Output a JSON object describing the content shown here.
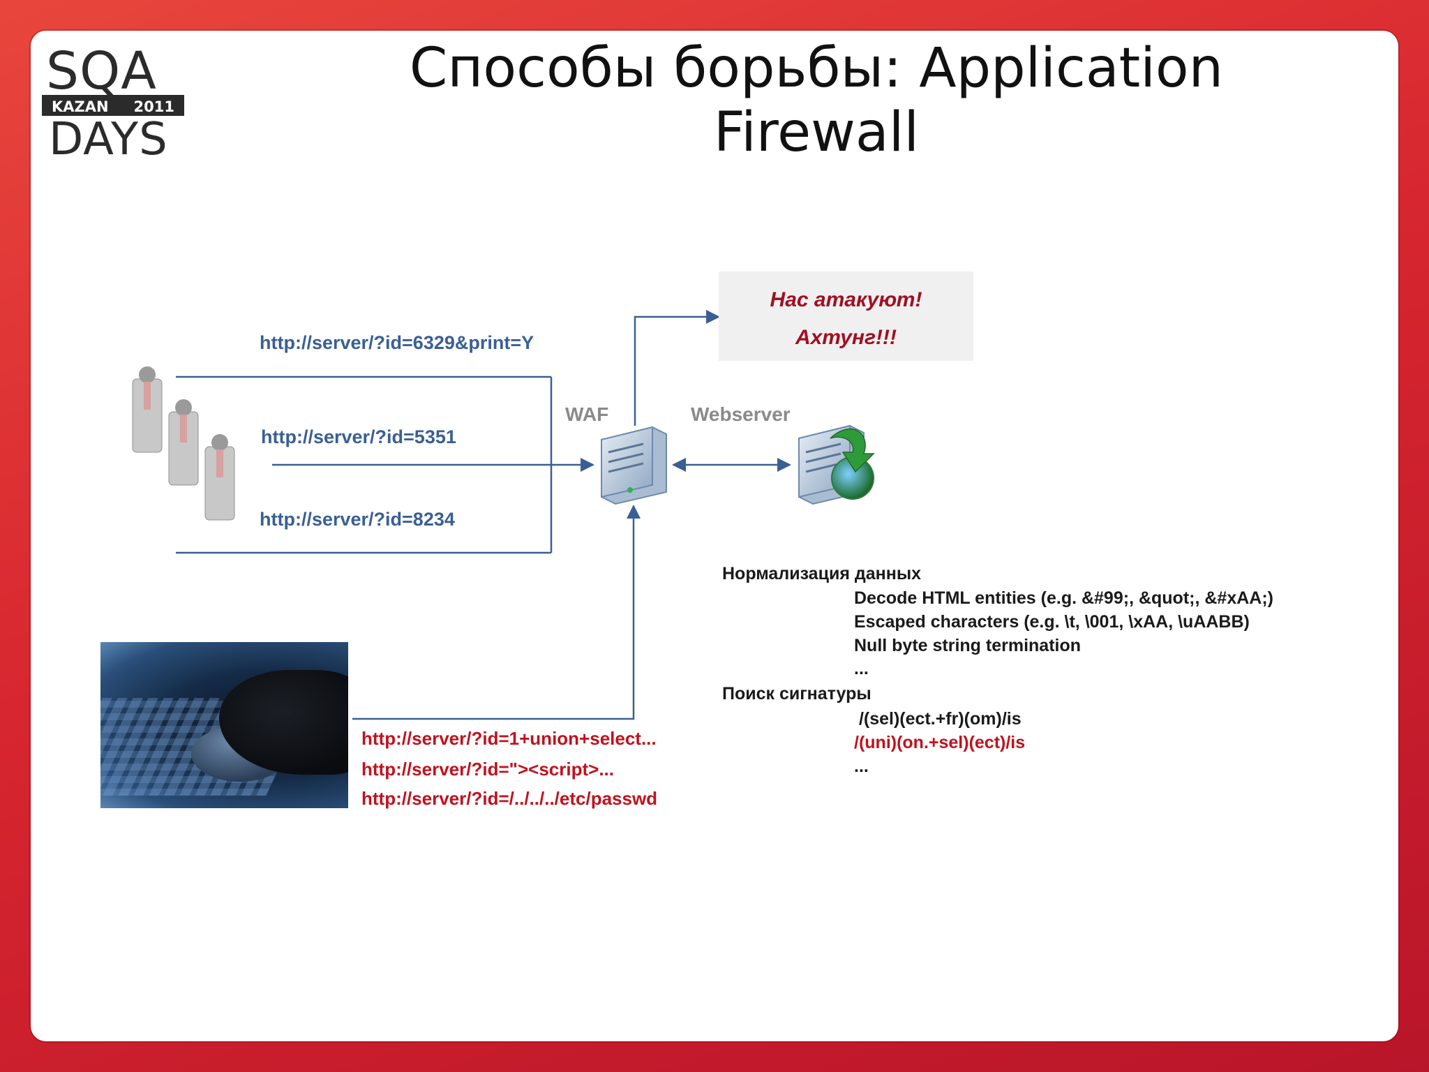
{
  "logo": {
    "top": "SQA",
    "band_left": "KAZAN",
    "band_right": "2011",
    "bottom": "DAYS"
  },
  "title": {
    "line1": "Способы борьбы: Application",
    "line2": "Firewall"
  },
  "requests_normal": [
    "http://server/?id=6329&print=Y",
    "http://server/?id=5351",
    "http://server/?id=8234"
  ],
  "labels": {
    "waf": "WAF",
    "webserver": "Webserver"
  },
  "alert": {
    "line1": "Нас атакуют!",
    "line2": "Ахтунг!!!"
  },
  "requests_attack": [
    "http://server/?id=1+union+select...",
    "http://server/?id=\"><script>...",
    "http://server/?id=/../../../etc/passwd"
  ],
  "normalization": {
    "heading": "Нормализация данных",
    "items": [
      "Decode HTML entities (e.g. &#99;, &quot;, &#xAA;)",
      "Escaped characters (e.g. \\t, \\001, \\xAA, \\uAABB)",
      "Null byte string termination",
      "..."
    ]
  },
  "signatures": {
    "heading": "Поиск сигнатуры",
    "items": [
      " /(sel)(ect.+fr)(om)/is",
      "/(uni)(on.+sel)(ect)/is",
      "..."
    ]
  },
  "colors": {
    "accent_red": "#c0121e",
    "link_blue": "#3a5f94",
    "frame_red": "#d7262f"
  }
}
